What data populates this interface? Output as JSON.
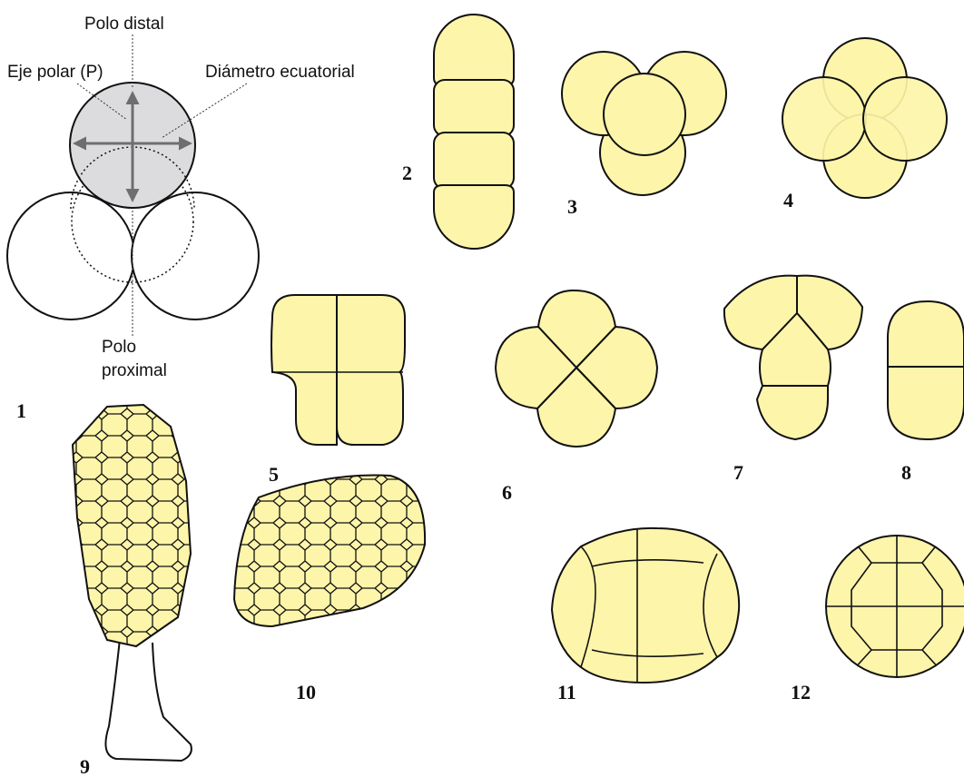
{
  "labels": {
    "polo_distal": "Polo distal",
    "eje_polar": "Eje polar (P)",
    "diametro_ecuatorial": "Diámetro ecuatorial",
    "polo": "Polo",
    "proximal": "proximal"
  },
  "figures": [
    "1",
    "2",
    "3",
    "4",
    "5",
    "6",
    "7",
    "8",
    "9",
    "10",
    "11",
    "12"
  ],
  "colors": {
    "grain_fill": "#fdf5aa",
    "highlight_fill": "#dcdcde",
    "outline": "#111111",
    "arrow": "#6e6e6e"
  }
}
